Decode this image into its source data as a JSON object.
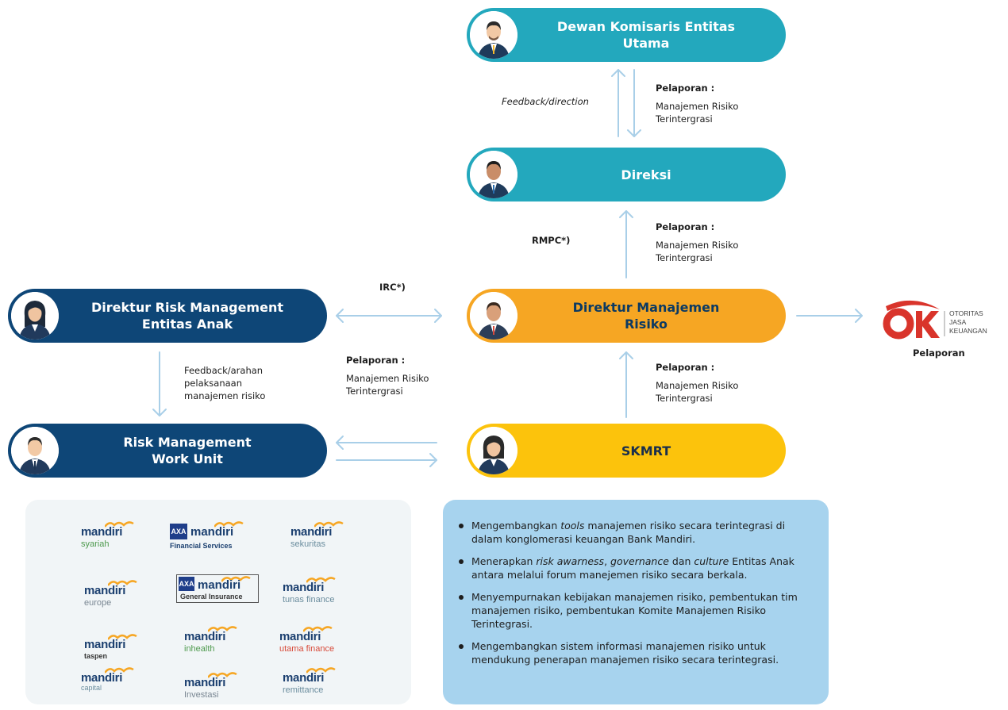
{
  "nodes": {
    "dewan": "Dewan Komisaris Entitas\nUtama",
    "direksi": "Direksi",
    "direktur_manajemen": "Direktur Manajemen\nRisiko",
    "direktur_rm_anak": "Direktur Risk Management\nEntitas Anak",
    "rm_work_unit": "Risk Management\nWork Unit",
    "skmrt": "SKMRT"
  },
  "labels": {
    "feedback_direction": "Feedback/direction",
    "pelaporan_title": "Pelaporan :",
    "pelaporan_body": "Manajemen Risiko\nTerintergrasi",
    "rmpc": "RMPC*)",
    "irc": "IRC*)",
    "feedback_arahan": "Feedback/arahan\npelaksanaan\nmanajemen risiko",
    "ojk_caption": "Pelaporan"
  },
  "ojk": {
    "lines": [
      "OTORITAS",
      "JASA",
      "KEUANGAN"
    ]
  },
  "logos": [
    {
      "brand": "mandiri",
      "sub": "syariah"
    },
    {
      "brand": "mandiri",
      "sub": "Financial Services"
    },
    {
      "brand": "mandiri",
      "sub": "sekuritas"
    },
    {
      "brand": "mandiri",
      "sub": "europe"
    },
    {
      "brand": "mandiri",
      "sub": "General Insurance"
    },
    {
      "brand": "mandiri",
      "sub": "tunas finance"
    },
    {
      "brand": "mandiri",
      "sub": "taspen"
    },
    {
      "brand": "mandiri",
      "sub": "inhealth"
    },
    {
      "brand": "mandiri",
      "sub": "utama finance"
    },
    {
      "brand": "mandiri",
      "sub": "capital"
    },
    {
      "brand": "mandiri",
      "sub": "Investasi"
    },
    {
      "brand": "mandiri",
      "sub": "remittance"
    }
  ],
  "info_items": [
    {
      "pre": "Mengembangkan ",
      "em": "tools",
      "post": " manajemen risiko secara terintegrasi di dalam konglomerasi keuangan Bank Mandiri."
    },
    {
      "pre": "Menerapkan ",
      "em": "risk awarness",
      "mid": ", ",
      "em2": "governance",
      "mid2": " dan ",
      "em3": "culture",
      "post": " Entitas Anak antara melalui forum manejemen risiko secara berkala."
    },
    {
      "pre": "Menyempurnakan kebijakan manajemen risiko, pembentukan tim manajemen risiko, pembentukan Komite Manajemen Risiko Terintegrasi."
    },
    {
      "pre": "Mengembangkan sistem informasi manajemen risiko untuk mendukung penerapan manajemen risiko secara terintegrasi."
    }
  ]
}
